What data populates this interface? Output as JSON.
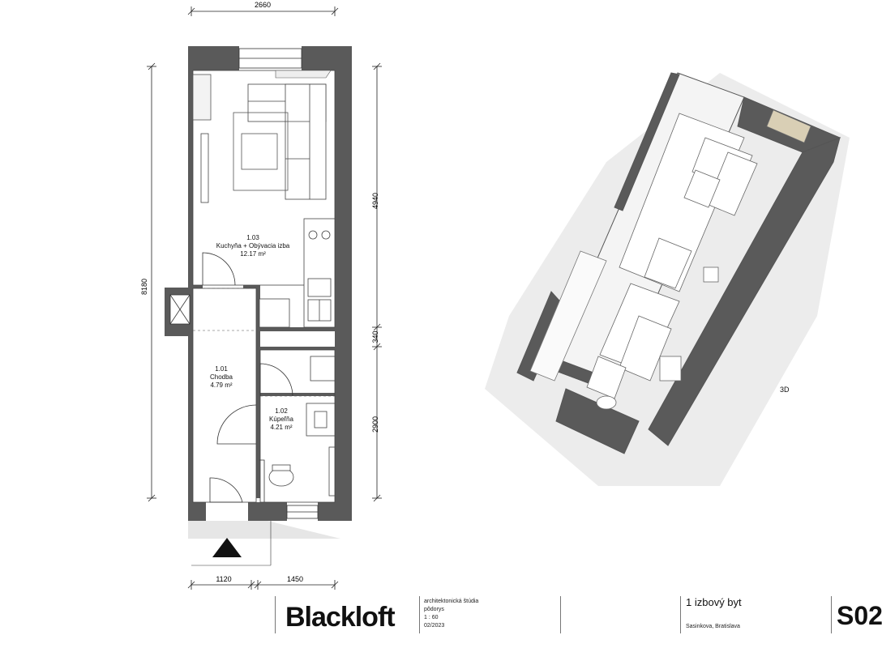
{
  "dimensions": {
    "top_width": "2660",
    "overall_height": "8180",
    "right_upper": "4940",
    "right_middle": "340",
    "right_lower": "2900",
    "bottom_left": "1120",
    "bottom_right": "1450"
  },
  "rooms": [
    {
      "number": "1.03",
      "name": "Kuchyňa + Obývacia izba",
      "area": "12.17 m²"
    },
    {
      "number": "1.01",
      "name": "Chodba",
      "area": "4.79 m²"
    },
    {
      "number": "1.02",
      "name": "Kúpeľňa",
      "area": "4.21 m²"
    }
  ],
  "view_3d_label": "3D",
  "title_block": {
    "logo": "Blackloft",
    "studio": "architektonická štúdia",
    "drawing": "pôdorys",
    "scale": "1 : 60",
    "date": "02/2023",
    "apartment_type": "1 izbový byt",
    "address": "Sasinkova, Bratislava",
    "sheet_code": "S02"
  }
}
